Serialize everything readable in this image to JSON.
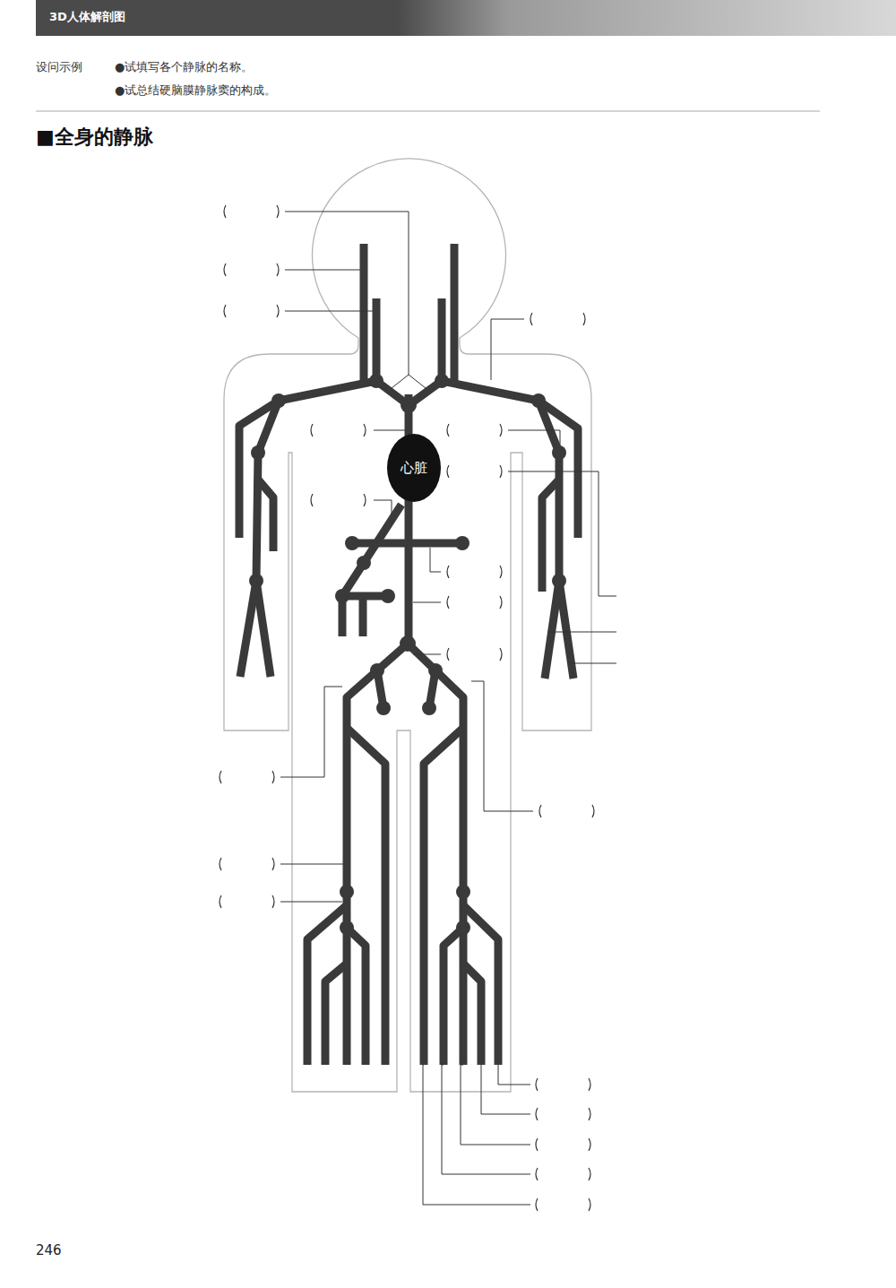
{
  "diagram": {
    "title": "■全身的静脉",
    "nodes": [
      {
        "text": [
          "心脏"
        ]
      }
    ],
    "labels": [
      "3D人体解剖图",
      "设问示例",
      "●试填写各个静脉的名称。",
      "●试总结硬脑膜静脉窦的构成。",
      "246"
    ]
  }
}
